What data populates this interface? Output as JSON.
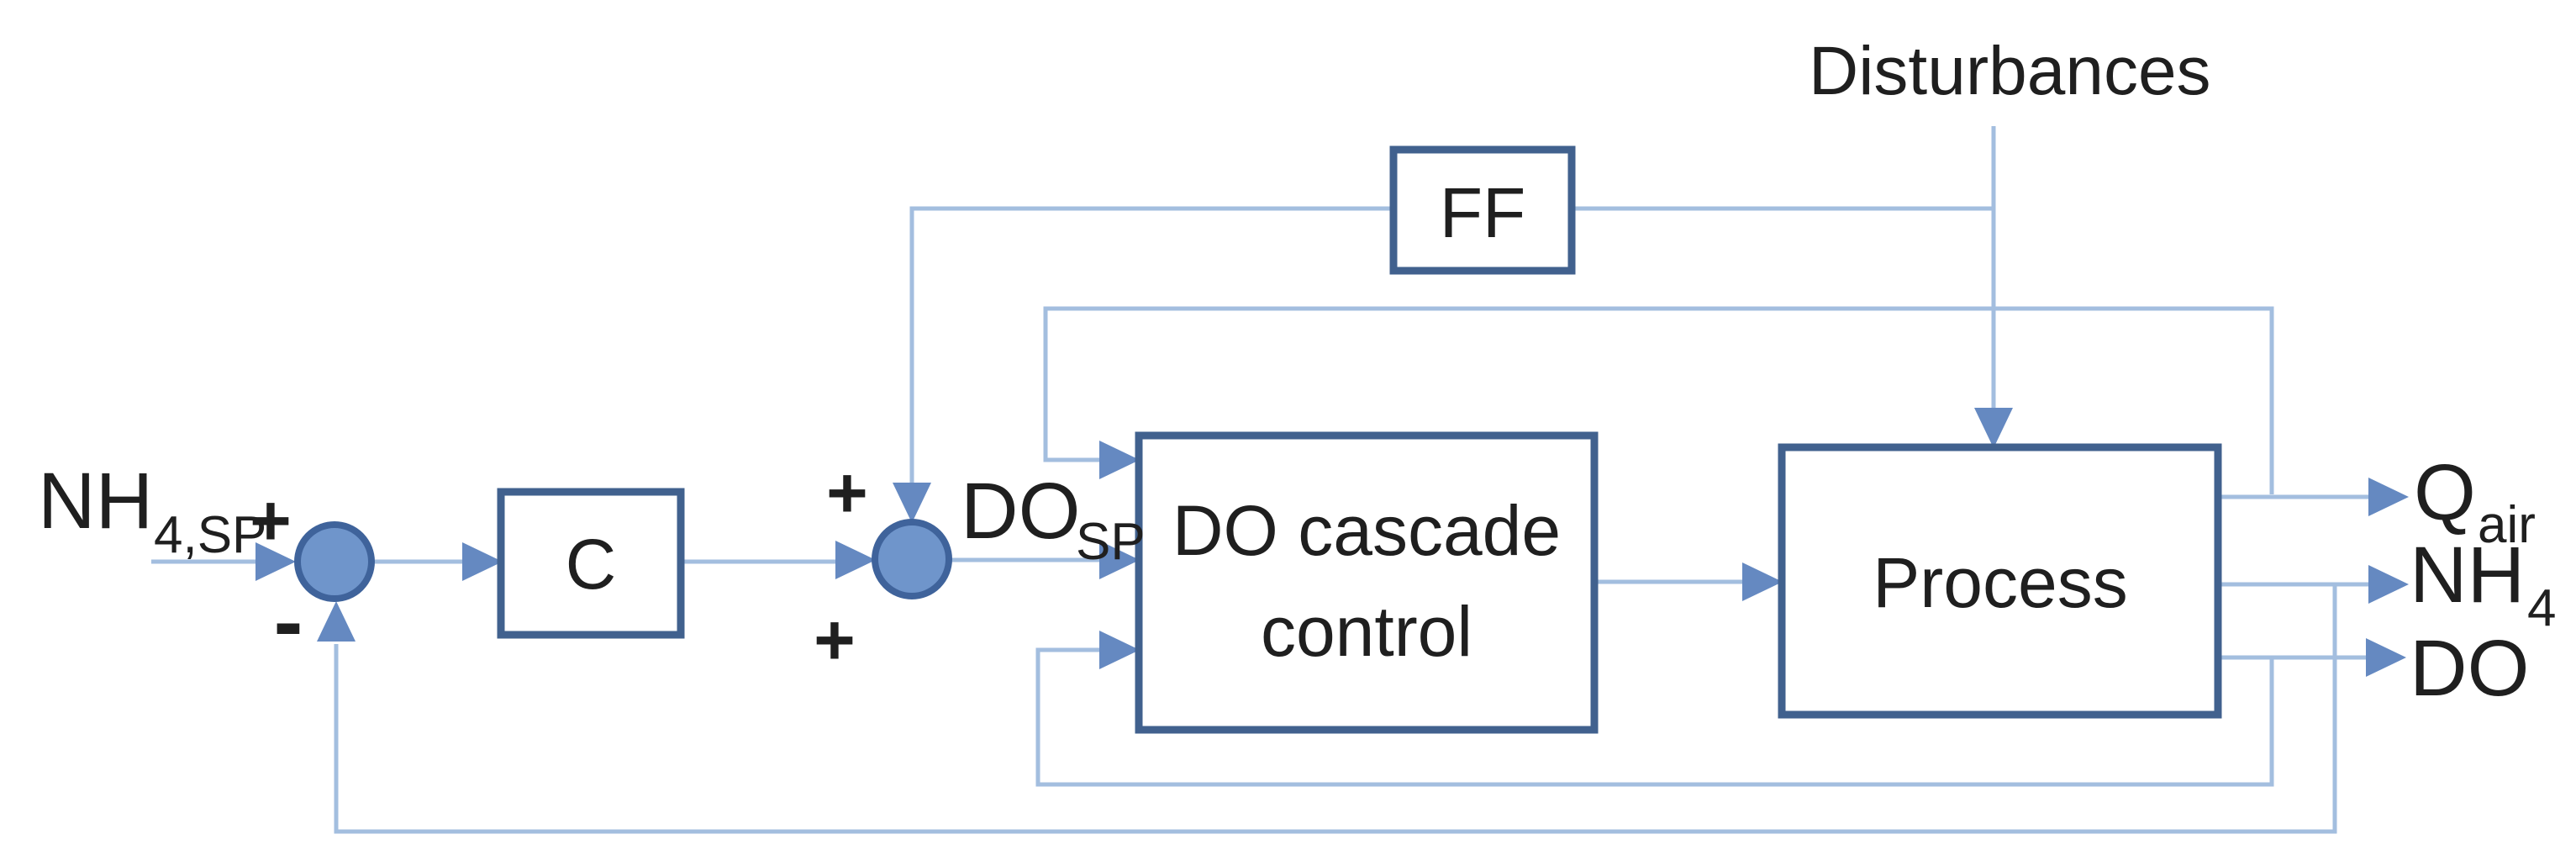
{
  "colors": {
    "line": "#a3bedf",
    "arrow": "#6589c1",
    "node_fill": "#6f95cb",
    "node_stroke": "#3f639b",
    "box_stroke": "#41618e",
    "text": "#1f1f1f"
  },
  "blocks": {
    "controller": "C",
    "feedforward": "FF",
    "cascade_line1": "DO cascade",
    "cascade_line2": "control",
    "process": "Process"
  },
  "labels": {
    "setpoint_main": "NH",
    "setpoint_sub": "4,SP",
    "do_setpoint_main": "DO",
    "do_setpoint_sub": "SP",
    "disturbances": "Disturbances",
    "output_qair_main": "Q",
    "output_qair_sub": "air",
    "output_nh4_main": "NH",
    "output_nh4_sub": "4",
    "output_do": "DO"
  },
  "signs": {
    "sum1_plus": "+",
    "sum1_minus": "-",
    "sum2_plus_top": "+",
    "sum2_plus_bottom": "+"
  }
}
